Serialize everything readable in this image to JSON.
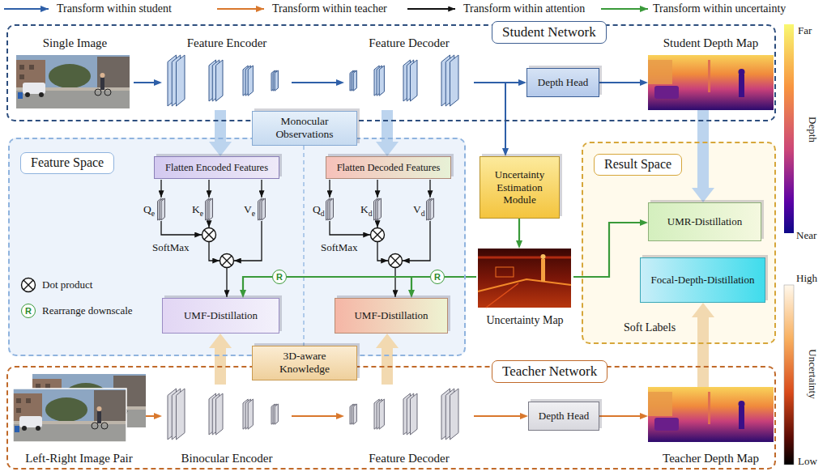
{
  "diagram": {
    "nodes": [
      {
        "text": [
          "Student Network"
        ]
      },
      {
        "text": [
          "Single Image"
        ],
        "in": 0
      },
      {
        "text": [
          "Feature Encoder"
        ],
        "in": 0
      },
      {
        "text": [
          "Feature Decoder"
        ],
        "in": 0
      },
      {
        "text": [
          "Depth Head"
        ],
        "in": 0
      },
      {
        "text": [
          "Student Depth Map"
        ],
        "in": 0
      },
      {
        "text": [
          "Monocular Observations"
        ]
      },
      {
        "text": [
          "Feature Space"
        ]
      },
      {
        "text": [
          "Flatten Encoded Features"
        ],
        "in": 7
      },
      {
        "text": [
          "Flatten Decoded Features"
        ],
        "in": 7
      },
      {
        "text": [
          "Uncertainty Estimation Module"
        ]
      },
      {
        "text": [
          "Result Space"
        ]
      },
      {
        "text": [
          "UMR-Distillation"
        ],
        "in": 11
      },
      {
        "text": [
          "Focal-Depth-Distillation"
        ],
        "in": 11
      },
      {
        "text": [
          "R"
        ],
        "in": 7
      },
      {
        "text": [
          "R"
        ],
        "in": 7
      },
      {
        "text": [
          "Uncertainty Map"
        ]
      },
      {
        "text": [
          "UMF-Distillation"
        ],
        "in": 7
      },
      {
        "text": [
          "UMF-Distillation"
        ],
        "in": 7
      },
      {
        "text": [
          "R"
        ],
        "in": 7
      },
      {
        "text": [
          "3D-aware Knowledge"
        ]
      },
      {
        "text": [
          "Teacher Network"
        ]
      },
      {
        "text": [
          "Left-Right Image Pair"
        ],
        "in": 21
      },
      {
        "text": [
          "Binocular Encoder"
        ],
        "in": 21
      },
      {
        "text": [
          "Feature Decoder"
        ],
        "in": 21
      },
      {
        "text": [
          "Depth Head"
        ],
        "in": 21
      },
      {
        "text": [
          "Teacher Depth Map"
        ],
        "in": 21
      }
    ],
    "edges": [
      {
        "from": 1,
        "to": 2,
        "arrow": "to"
      },
      {
        "from": 2,
        "to": 3,
        "arrow": "to"
      },
      {
        "from": 3,
        "to": 4,
        "arrow": "to"
      },
      {
        "from": 4,
        "to": 5,
        "arrow": "to"
      },
      {
        "from": 3,
        "to": 10,
        "arrow": "to"
      },
      {
        "from": 2,
        "to": 8,
        "arrow": "to"
      },
      {
        "from": 3,
        "to": 9,
        "arrow": "to"
      },
      {
        "from": 10,
        "to": 16,
        "arrow": "to"
      },
      {
        "from": 16,
        "to": 15,
        "arrow": "none"
      },
      {
        "from": 15,
        "to": 14,
        "arrow": "none"
      },
      {
        "from": 14,
        "to": 17,
        "arrow": "to"
      },
      {
        "from": 15,
        "to": 18,
        "arrow": "to"
      },
      {
        "from": 16,
        "to": 12,
        "arrow": "to"
      },
      {
        "from": 5,
        "to": 12,
        "arrow": "to"
      },
      {
        "from": 22,
        "to": 23,
        "arrow": "to"
      },
      {
        "from": 23,
        "to": 24,
        "arrow": "to"
      },
      {
        "from": 24,
        "to": 25,
        "arrow": "to"
      },
      {
        "from": 25,
        "to": 26,
        "arrow": "to"
      },
      {
        "from": 23,
        "to": 17,
        "arrow": "to"
      },
      {
        "from": 24,
        "to": 18,
        "arrow": "to"
      },
      {
        "from": 26,
        "to": 13,
        "arrow": "to"
      }
    ],
    "labels": [
      "Qe",
      "Ke",
      "Ve",
      "SoftMax",
      "Qd",
      "Kd",
      "Vd",
      "SoftMax",
      "Dot product",
      "Rearrange downscale",
      "Soft Labels",
      "Far",
      "Depth",
      "Near",
      "High",
      "Uncertainty",
      "Low"
    ],
    "legend": [
      {
        "text": "Transform within student"
      },
      {
        "text": "Transform within teacher"
      },
      {
        "text": "Transform within attention"
      },
      {
        "text": "Transform within uncertainty"
      }
    ]
  }
}
